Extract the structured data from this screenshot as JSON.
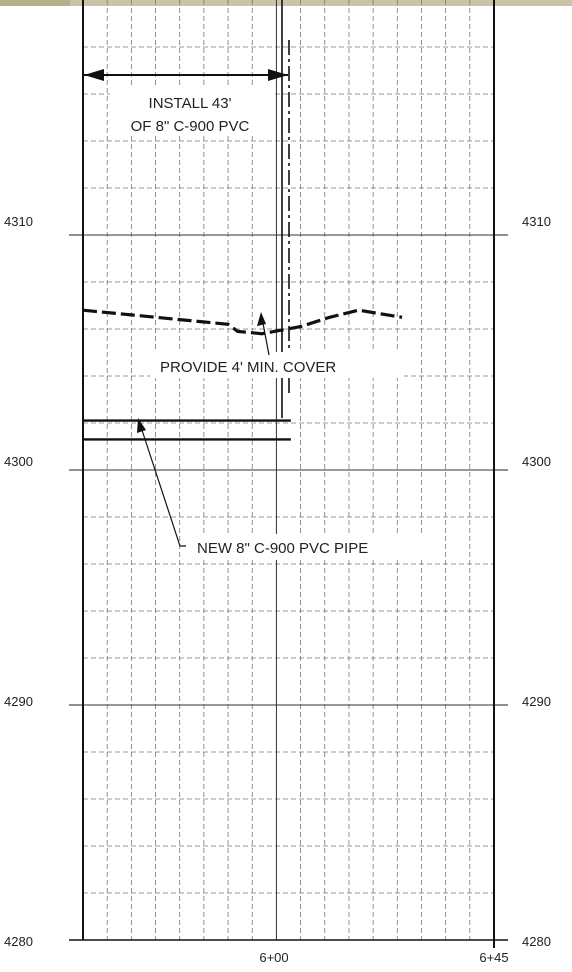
{
  "drawing": {
    "elevation_ticks": [
      "4310",
      "4300",
      "4290",
      "4280"
    ],
    "station_ticks": [
      "6+00",
      "6+45"
    ],
    "labels": {
      "install_line1": "INSTALL 43'",
      "install_line2": "OF 8\" C-900 PVC",
      "cover": "PROVIDE 4' MIN. COVER",
      "pipe": "NEW 8\" C-900 PVC PIPE"
    }
  },
  "chart_data": {
    "type": "line",
    "xlabel": "",
    "ylabel": "",
    "ylim": [
      4280,
      4320
    ],
    "y_ticks": [
      4280,
      4290,
      4300,
      4310
    ],
    "x_ticks": [
      "6+00",
      "6+45"
    ],
    "grid": true,
    "series": [
      {
        "x": [
          "5+60",
          "5+70",
          "5+80",
          "5+90",
          "5+92",
          "5+97",
          "6+05",
          "6+11",
          "6+17",
          "6+26"
        ],
        "y": [
          4306.8,
          4306.6,
          4306.4,
          4306.2,
          4305.9,
          4305.8,
          4306.1,
          4306.5,
          4306.8,
          4306.5
        ]
      },
      {
        "x": [
          "5+60",
          "6+03"
        ],
        "y": [
          4302.1,
          4302.1
        ]
      },
      {
        "x": [
          "5+60",
          "6+03"
        ],
        "y": [
          4301.3,
          4301.3
        ]
      }
    ]
  }
}
